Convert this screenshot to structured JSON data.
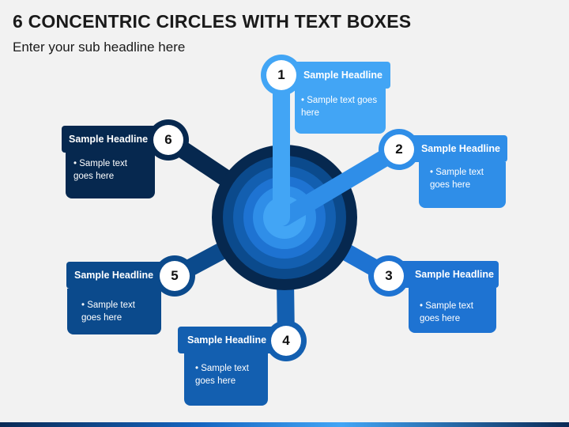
{
  "slide": {
    "title": "6 CONCENTRIC CIRCLES WITH TEXT BOXES",
    "subtitle": "Enter your sub headline here"
  },
  "colors": {
    "item1": "#42a5f5",
    "item2": "#2f8ee8",
    "item3": "#1e73d2",
    "item4": "#135fb0",
    "item5": "#0b4a8c",
    "item6": "#06284f",
    "ring_outer": "#06284f",
    "ring_inner": "#42a5f5"
  },
  "items": [
    {
      "number": "1",
      "headline": "Sample Headline",
      "text": "• Sample text goes here"
    },
    {
      "number": "2",
      "headline": "Sample Headline",
      "text": "• Sample text goes here"
    },
    {
      "number": "3",
      "headline": "Sample Headline",
      "text": "• Sample text goes here"
    },
    {
      "number": "4",
      "headline": "Sample Headline",
      "text": "• Sample text goes here"
    },
    {
      "number": "5",
      "headline": "Sample Headline",
      "text": "• Sample text goes here"
    },
    {
      "number": "6",
      "headline": "Sample Headline",
      "text": "• Sample text goes here"
    }
  ]
}
